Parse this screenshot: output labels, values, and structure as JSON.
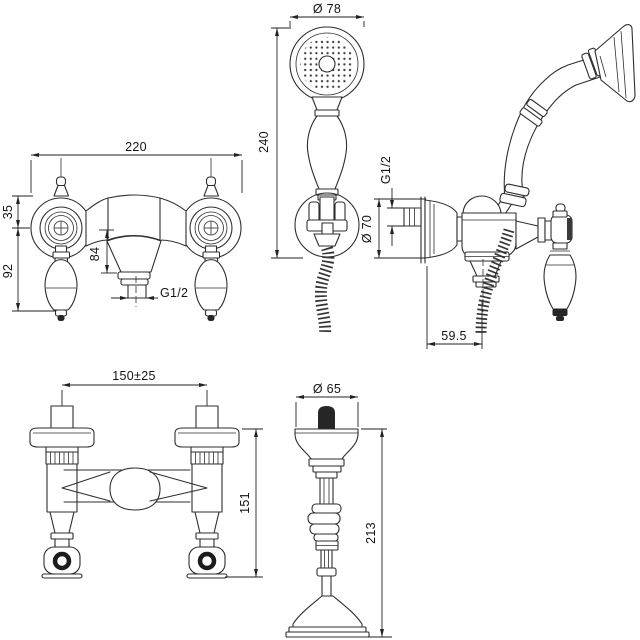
{
  "drawing": {
    "type": "technical-dimension-drawing",
    "subject": "bath shower mixer set with handshower",
    "views": {
      "wall_mixer_front": "wall-mounted mixer, front view",
      "handshower_front": "handshower with wall bracket and hose, front view",
      "wall_mixer_side": "wall-mounted mixer with handshower holder, side view",
      "deck_mixer_front": "deck-mounted mixer, front view",
      "deck_mixer_side": "deck-mounted mixer, side view"
    }
  },
  "dimensions": {
    "wall_mixer_front": {
      "overall_width": "220",
      "flange_to_center": "35",
      "center_to_handle_end": "92",
      "center_to_outlet": "84",
      "outlet_thread": "G1/2"
    },
    "handshower": {
      "head_diameter": "Ø 78",
      "length": "240"
    },
    "wall_mixer_side": {
      "inlet_thread": "G1/2",
      "escutcheon_diameter": "Ø 70",
      "wall_projection": "59.5"
    },
    "deck_mixer_front": {
      "inlet_spacing": "150±25",
      "height": "151"
    },
    "deck_mixer_side": {
      "escutcheon_diameter": "Ø 65",
      "height": "213"
    }
  },
  "colors": {
    "line": "#2e2e2e",
    "background": "#ffffff"
  }
}
